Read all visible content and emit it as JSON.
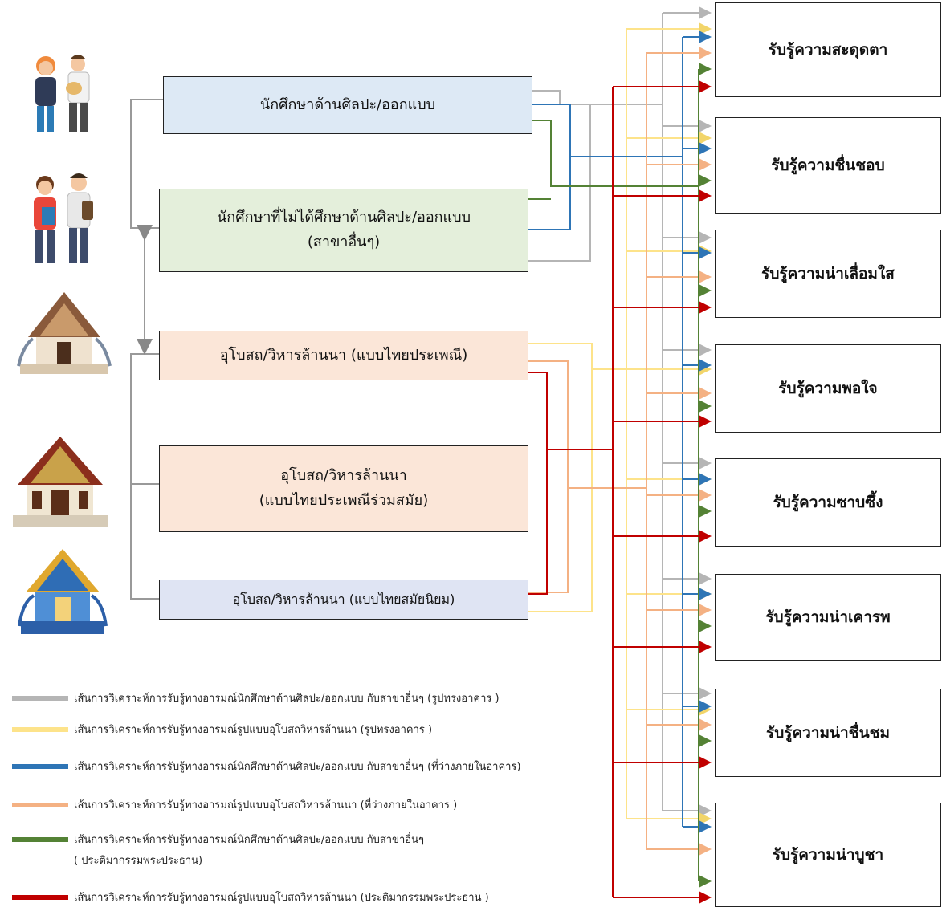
{
  "groups": {
    "arts_students": "นักศึกษาด้านศิลปะ/ออกแบบ",
    "other_students_line1": "นักศึกษาที่ไม่ได้ศึกษาด้านศิลปะ/ออกแบบ",
    "other_students_line2": "(สาขาอื่นๆ)",
    "traditional": "อุโบสถ/วิหารล้านนา  (แบบไทยประเพณี)",
    "contemporary_line1": "อุโบสถ/วิหารล้านนา",
    "contemporary_line2": "(แบบไทยประเพณีร่วมสมัย)",
    "modern": "อุโบสถ/วิหารล้านนา (แบบไทยสมัยนิยม)"
  },
  "outcomes": [
    "รับรู้ความสะดุดตา",
    "รับรู้ความชื่นชอบ",
    "รับรู้ความน่าเลื่อมใส",
    "รับรู้ความพอใจ",
    "รับรู้ความซาบซึ้ง",
    "รับรู้ความน่าเคารพ",
    "รับรู้ความน่าชื่นชม",
    "รับรู้ความน่าบูชา"
  ],
  "legend": [
    {
      "text": "เส้นการวิเคราะห์การรับรู้ทางอารมณ์นักศึกษาด้านศิลปะ/ออกแบบ กับสาขาอื่นๆ (รูปทรงอาคาร )",
      "color": "#b5b5b5"
    },
    {
      "text": "เส้นการวิเคราะห์การรับรู้ทางอารมณ์รูปแบบอุโบสถวิหารล้านนา (รูปทรงอาคาร )",
      "color": "#fde38a"
    },
    {
      "text": "เส้นการวิเคราะห์การรับรู้ทางอารมณ์นักศึกษาด้านศิลปะ/ออกแบบ กับสาขาอื่นๆ (ที่ว่างภายในอาคาร)",
      "color": "#2e75b6"
    },
    {
      "text": "เส้นการวิเคราะห์การรับรู้ทางอารมณ์รูปแบบอุโบสถวิหารล้านนา (ที่ว่างภายในอาคาร )",
      "color": "#f4b183"
    },
    {
      "text": "เส้นการวิเคราะห์การรับรู้ทางอารมณ์นักศึกษาด้านศิลปะ/ออกแบบ กับสาขาอื่นๆ",
      "text2": "( ประติมากรรมพระประธาน)",
      "color": "#548235"
    },
    {
      "text": "เส้นการวิเคราะห์การรับรู้ทางอารมณ์รูปแบบอุโบสถวิหารล้านนา (ประติมากรรมพระประธาน )",
      "color": "#c00000"
    }
  ]
}
